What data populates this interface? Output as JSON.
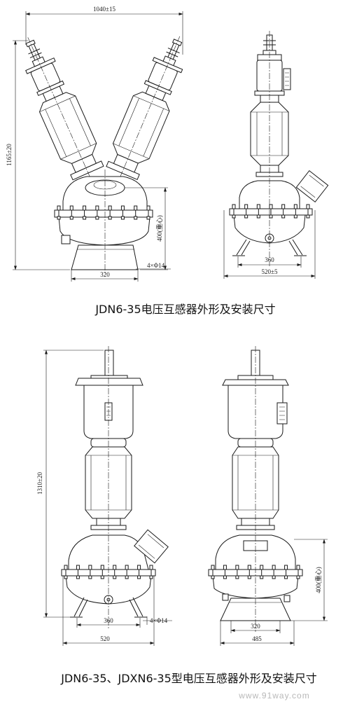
{
  "watermark": "www.91way.com",
  "figure1": {
    "caption": "JDN6-35电压互感器外形及安装尺寸",
    "front_view": {
      "width_dim": "1040±15",
      "height_dim": "1165±20",
      "cg_dim": "400(重心)",
      "base_dim": "320",
      "holes": "4×Φ14"
    },
    "side_view": {
      "inner_dim": "360",
      "outer_dim": "520±5"
    }
  },
  "figure2": {
    "caption": "JDN6-35、JDXN6-35型电压互感器外形及安装尺寸",
    "front_view": {
      "height_dim": "1310±20",
      "inner_dim": "360",
      "outer_dim": "520",
      "holes": "4×Φ14"
    },
    "side_view": {
      "cg_dim": "400(重心)",
      "inner_dim": "320",
      "outer_dim": "485"
    }
  }
}
